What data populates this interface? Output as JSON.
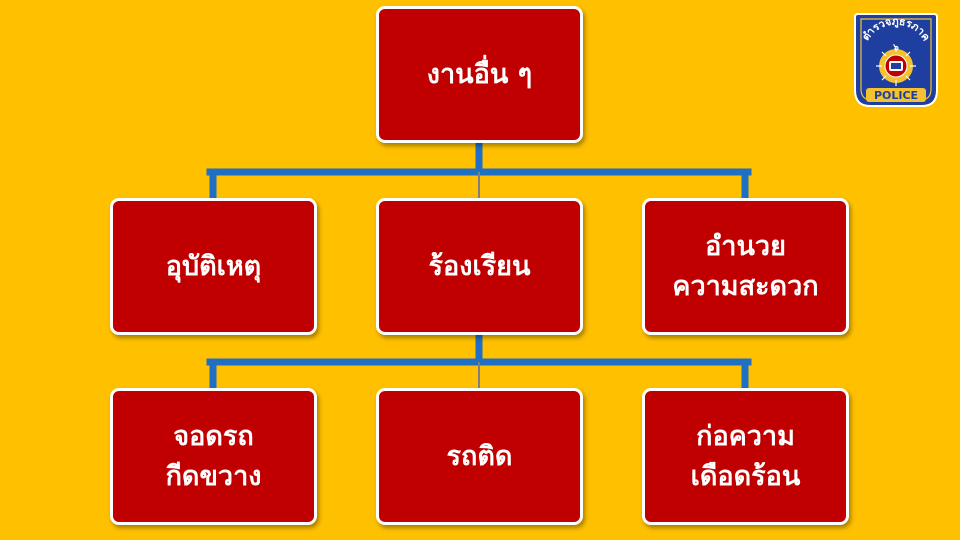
{
  "diagram": {
    "root": {
      "lines": [
        "งานอื่น ๆ"
      ]
    },
    "level1": [
      {
        "lines": [
          "อุบัติเหตุ"
        ]
      },
      {
        "lines": [
          "ร้องเรียน"
        ]
      },
      {
        "lines": [
          "อำนวย",
          "ความสะดวก"
        ]
      }
    ],
    "level2": [
      {
        "lines": [
          "จอดรถ",
          "กีดขวาง"
        ]
      },
      {
        "lines": [
          "รถติด"
        ]
      },
      {
        "lines": [
          "ก่อความ",
          "เดือดร้อน"
        ]
      }
    ]
  },
  "logo": {
    "name": "police-emblem",
    "arc_text": "ตำรวจภูธรภาค",
    "region_digit": "๖",
    "banner_text": "POLICE"
  },
  "colors": {
    "background": "#FFC000",
    "box_fill": "#C00000",
    "box_border": "#FFFFFF",
    "box_text": "#FFFFFF",
    "connector": "#1F6FC5",
    "connector_stem": "#7F7F7F",
    "logo_blue": "#1F3FA0",
    "logo_gold": "#F2C230"
  }
}
